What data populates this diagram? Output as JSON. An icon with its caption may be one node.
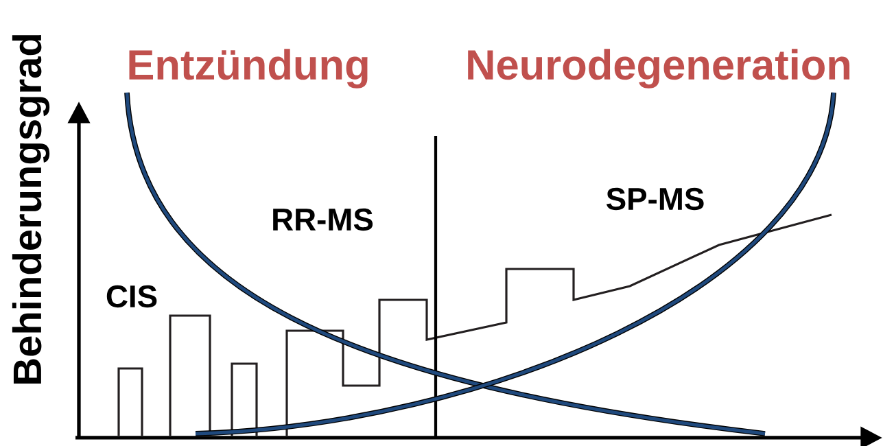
{
  "diagram": {
    "labels": [
      "Behinderungsgrad",
      "Entzündung",
      "Neurodegeneration",
      "SP-MS",
      "RR-MS",
      "CIS"
    ]
  }
}
